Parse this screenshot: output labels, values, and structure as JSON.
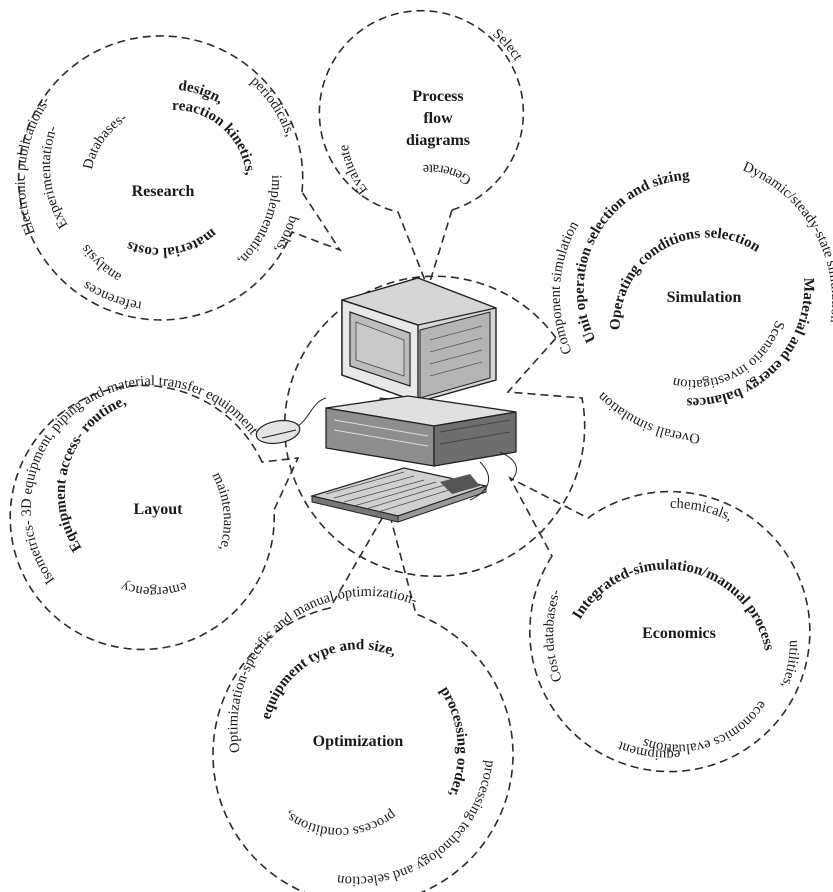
{
  "hub": {
    "name": "computer-workstation"
  },
  "bubbles": {
    "process": {
      "center": [
        "Process",
        "flow",
        "diagrams"
      ],
      "evaluate": "Evaluate",
      "select": "Select",
      "generate": "Generate"
    },
    "research": {
      "center": "Research",
      "ring1": "Electronic publications-",
      "ring2": "Experimentation-",
      "ring2b": "design,",
      "ring3": "Databases-",
      "ring3b": "reaction kinetics,",
      "ring4": "periodicals,",
      "ring5": "implementation,",
      "ring6": "books,",
      "ring7": "material costs",
      "ring8": "analysis",
      "ring9": "references"
    },
    "simulation": {
      "center": "Simulation",
      "ring1": "Component simulation",
      "ring1b": "Dynamic/steady-state simulation",
      "ring2": "Unit operation selection and sizing",
      "ring3": "Operating conditions selection",
      "ring4": "Material and energy balances",
      "ring5": "Scenario investigation",
      "ring6": "Overall simulation"
    },
    "layout": {
      "center": "Layout",
      "ring1": "Isometrics- 3D equipment, piping and material transfer equipment",
      "ring2": "Equipment access- routine,",
      "ring3": "maintenance,",
      "ring4": "emergency"
    },
    "economics": {
      "center": "Economics",
      "ring1": "Cost databases-",
      "ring1b": "chemicals,",
      "ring2": "Integrated-simulation/manual process",
      "ring3": "utilities,",
      "ring4": "economics evaluations",
      "ring5": "equipment"
    },
    "optimization": {
      "center": "Optimization",
      "ring1": "Optimization-specific and manual optimization-",
      "ring2": "equipment type and size,",
      "ring3": "processing order,",
      "ring4": "process conditions,",
      "ring5": "processing technology and selection"
    }
  }
}
